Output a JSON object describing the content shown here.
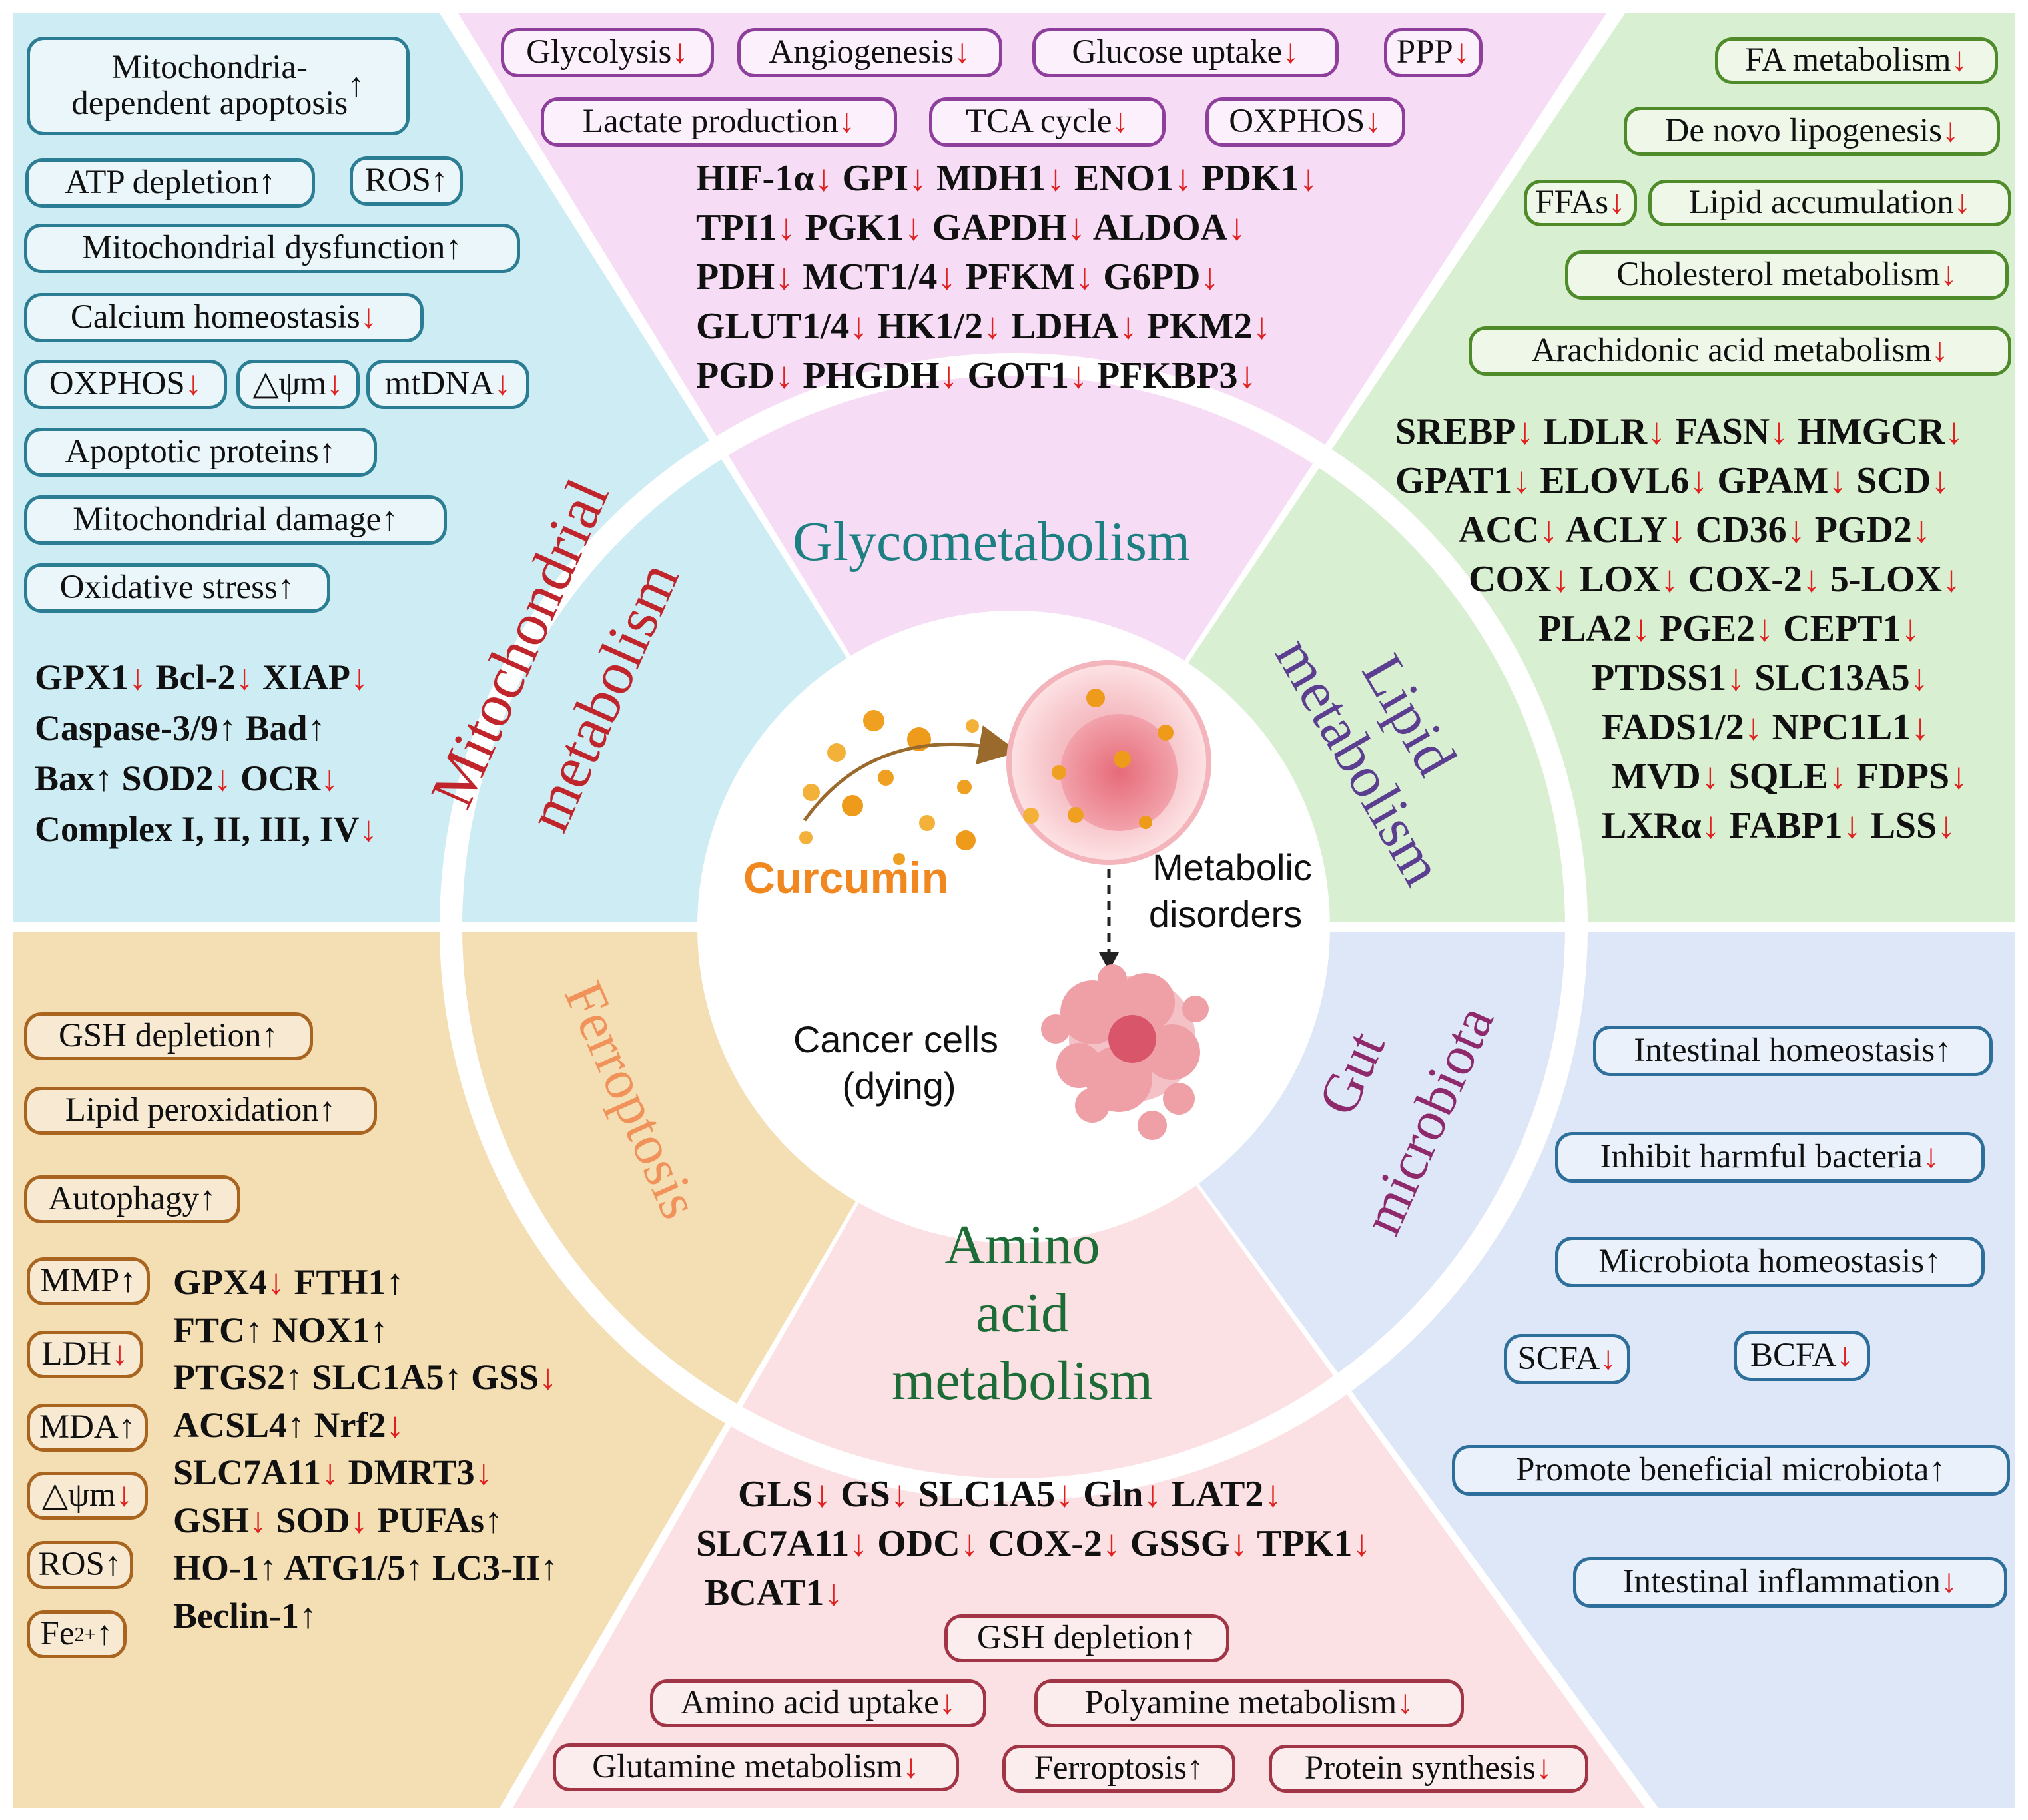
{
  "colors": {
    "mitochondrial_bg": "#cdecf3",
    "glyco_bg": "#f7dcf5",
    "lipid_bg": "#d9efd2",
    "ferroptosis_bg": "#f4deb3",
    "gut_bg": "#dde7f8",
    "amino_bg": "#fbe1e3",
    "decrease_arrow": "#e0201e",
    "mitochondrial_title": "#c0252b",
    "glyco_title": "#1e7f82",
    "lipid_title": "#5c3e91",
    "ferroptosis_title": "#f0925a",
    "gut_title": "#8e2a6c",
    "amino_title": "#1d6b36",
    "curcumin_label": "#f0871f"
  },
  "center": {
    "curcumin": "Curcumin",
    "metabolic": "Metabolic",
    "disorders": "disorders",
    "cancer_cells": "Cancer cells",
    "dying": "(dying)",
    "icons": [
      "curcumin-particles-icon",
      "cancer-cell-icon",
      "dying-cancer-cell-icon"
    ]
  },
  "sections": {
    "mitochondrial": {
      "title_line1": "Mitochondrial",
      "title_line2": "metabolism",
      "boxes": [
        {
          "text": "Mitochondria-\ndependent apoptosis",
          "arrow": "↑"
        },
        {
          "text": "ATP depletion",
          "arrow": "↑"
        },
        {
          "text": "ROS",
          "arrow": "↑"
        },
        {
          "text": "Mitochondrial dysfunction",
          "arrow": "↑"
        },
        {
          "text": "Calcium homeostasis",
          "arrow": "↓"
        },
        {
          "text": "OXPHOS",
          "arrow": "↓"
        },
        {
          "text": "△ψm",
          "arrow": "↓"
        },
        {
          "text": "mtDNA",
          "arrow": "↓"
        },
        {
          "text": "Apoptotic proteins",
          "arrow": "↑"
        },
        {
          "text": "Mitochondrial damage",
          "arrow": "↑"
        },
        {
          "text": "Oxidative stress",
          "arrow": "↑"
        }
      ],
      "gene_lines": [
        [
          {
            "t": "GPX1",
            "a": "↓"
          },
          {
            "t": "Bcl-2",
            "a": "↓"
          },
          {
            "t": "XIAP",
            "a": "↓"
          }
        ],
        [
          {
            "t": "Caspase-3/9",
            "a": "↑"
          },
          {
            "t": "Bad",
            "a": "↑"
          }
        ],
        [
          {
            "t": "Bax",
            "a": "↑"
          },
          {
            "t": "SOD2",
            "a": "↓"
          },
          {
            "t": "OCR",
            "a": "↓"
          }
        ],
        [
          {
            "t": "Complex I, II, III, IV",
            "a": "↓"
          }
        ]
      ]
    },
    "glyco": {
      "title": "Glycometabolism",
      "boxes": [
        {
          "text": "Glycolysis",
          "arrow": "↓"
        },
        {
          "text": "Angiogenesis",
          "arrow": "↓"
        },
        {
          "text": "Glucose uptake",
          "arrow": "↓"
        },
        {
          "text": "PPP",
          "arrow": "↓"
        },
        {
          "text": "Lactate production",
          "arrow": "↓"
        },
        {
          "text": "TCA cycle",
          "arrow": "↓"
        },
        {
          "text": "OXPHOS",
          "arrow": "↓"
        }
      ],
      "gene_lines": [
        [
          {
            "t": "HIF-1α",
            "a": "↓"
          },
          {
            "t": "GPI",
            "a": "↓"
          },
          {
            "t": "MDH1",
            "a": "↓"
          },
          {
            "t": "ENO1",
            "a": "↓"
          },
          {
            "t": "PDK1",
            "a": "↓"
          }
        ],
        [
          {
            "t": "TPI1",
            "a": "↓"
          },
          {
            "t": "PGK1",
            "a": "↓"
          },
          {
            "t": "GAPDH",
            "a": "↓"
          },
          {
            "t": "ALDOA",
            "a": "↓"
          }
        ],
        [
          {
            "t": "PDH",
            "a": "↓"
          },
          {
            "t": "MCT1/4",
            "a": "↓"
          },
          {
            "t": "PFKM",
            "a": "↓"
          },
          {
            "t": "G6PD",
            "a": "↓"
          }
        ],
        [
          {
            "t": "GLUT1/4",
            "a": "↓"
          },
          {
            "t": "HK1/2",
            "a": "↓"
          },
          {
            "t": "LDHA",
            "a": "↓"
          },
          {
            "t": "PKM2",
            "a": "↓"
          }
        ],
        [
          {
            "t": "PGD",
            "a": "↓"
          },
          {
            "t": "PHGDH",
            "a": "↓"
          },
          {
            "t": "GOT1",
            "a": "↓"
          },
          {
            "t": "PFKBP3",
            "a": "↓"
          }
        ]
      ]
    },
    "lipid": {
      "title_line1": "Lipid",
      "title_line2": "metabolism",
      "boxes": [
        {
          "text": "FA metabolism",
          "arrow": "↓"
        },
        {
          "text": "De novo lipogenesis",
          "arrow": "↓"
        },
        {
          "text": "FFAs",
          "arrow": "↓"
        },
        {
          "text": "Lipid accumulation",
          "arrow": "↓"
        },
        {
          "text": "Cholesterol metabolism",
          "arrow": "↓"
        },
        {
          "text": "Arachidonic acid metabolism",
          "arrow": "↓"
        }
      ],
      "gene_lines": [
        [
          {
            "t": "SREBP",
            "a": "↓"
          },
          {
            "t": "LDLR",
            "a": "↓"
          },
          {
            "t": "FASN",
            "a": "↓"
          },
          {
            "t": "HMGCR",
            "a": "↓"
          }
        ],
        [
          {
            "t": "GPAT1",
            "a": "↓"
          },
          {
            "t": "ELOVL6",
            "a": "↓"
          },
          {
            "t": "GPAM",
            "a": "↓"
          },
          {
            "t": "SCD",
            "a": "↓"
          }
        ],
        [
          {
            "t": "ACC",
            "a": "↓"
          },
          {
            "t": "ACLY",
            "a": "↓"
          },
          {
            "t": "CD36",
            "a": "↓"
          },
          {
            "t": "PGD2",
            "a": "↓"
          }
        ],
        [
          {
            "t": "COX",
            "a": "↓"
          },
          {
            "t": "LOX",
            "a": "↓"
          },
          {
            "t": "COX-2",
            "a": "↓"
          },
          {
            "t": "5-LOX",
            "a": "↓"
          }
        ],
        [
          {
            "t": "PLA2",
            "a": "↓"
          },
          {
            "t": "PGE2",
            "a": "↓"
          },
          {
            "t": "CEPT1",
            "a": "↓"
          }
        ],
        [
          {
            "t": "PTDSS1",
            "a": "↓"
          },
          {
            "t": "SLC13A5",
            "a": "↓"
          }
        ],
        [
          {
            "t": "FADS1/2",
            "a": "↓"
          },
          {
            "t": "NPC1L1",
            "a": "↓"
          }
        ],
        [
          {
            "t": "MVD",
            "a": "↓"
          },
          {
            "t": "SQLE",
            "a": "↓"
          },
          {
            "t": "FDPS",
            "a": "↓"
          }
        ],
        [
          {
            "t": "LXRα",
            "a": "↓"
          },
          {
            "t": "FABP1",
            "a": "↓"
          },
          {
            "t": "LSS",
            "a": "↓"
          }
        ]
      ]
    },
    "ferroptosis": {
      "title": "Ferroptosis",
      "boxes": [
        {
          "text": "GSH depletion",
          "arrow": "↑"
        },
        {
          "text": "Lipid peroxidation",
          "arrow": "↑"
        },
        {
          "text": "Autophagy",
          "arrow": "↑"
        }
      ],
      "small_boxes": [
        {
          "text": "MMP",
          "arrow": "↑"
        },
        {
          "text": "LDH",
          "arrow": "↓"
        },
        {
          "text": "MDA",
          "arrow": "↑"
        },
        {
          "text": "△ψm",
          "arrow": "↓"
        },
        {
          "text": "ROS",
          "arrow": "↑"
        },
        {
          "text": "Fe",
          "sup": "2+",
          "arrow": "↑"
        }
      ],
      "gene_lines": [
        [
          {
            "t": "GPX4",
            "a": "↓"
          },
          {
            "t": "FTH1",
            "a": "↑"
          }
        ],
        [
          {
            "t": "FTC",
            "a": "↑"
          },
          {
            "t": "NOX1",
            "a": "↑"
          }
        ],
        [
          {
            "t": "PTGS2",
            "a": "↑"
          },
          {
            "t": "SLC1A5",
            "a": "↑"
          },
          {
            "t": "GSS",
            "a": "↓"
          }
        ],
        [
          {
            "t": "ACSL4",
            "a": "↑"
          },
          {
            "t": "Nrf2",
            "a": "↓"
          }
        ],
        [
          {
            "t": "SLC7A11",
            "a": "↓"
          },
          {
            "t": "DMRT3",
            "a": "↓"
          }
        ],
        [
          {
            "t": "GSH",
            "a": "↓"
          },
          {
            "t": "SOD",
            "a": "↓"
          },
          {
            "t": "PUFAs",
            "a": "↑"
          }
        ],
        [
          {
            "t": "HO-1",
            "a": "↑"
          },
          {
            "t": "ATG1/5",
            "a": "↑"
          },
          {
            "t": "LC3-II",
            "a": "↑"
          }
        ],
        [
          {
            "t": "Beclin-1",
            "a": "↑"
          }
        ]
      ]
    },
    "gut": {
      "title_line1": "Gut",
      "title_line2": "microbiota",
      "boxes": [
        {
          "text": "Intestinal homeostasis",
          "arrow": "↑"
        },
        {
          "text": "Inhibit  harmful bacteria",
          "arrow": "↓"
        },
        {
          "text": "Microbiota homeostasis",
          "arrow": "↑"
        },
        {
          "text": "SCFA",
          "arrow": "↓"
        },
        {
          "text": "BCFA",
          "arrow": "↓"
        },
        {
          "text": "Promote beneficial microbiota",
          "arrow": "↑"
        },
        {
          "text": "Intestinal inflammation",
          "arrow": "↓"
        }
      ]
    },
    "amino": {
      "title_line1": "Amino",
      "title_line2": "acid",
      "title_line3": "metabolism",
      "gene_lines": [
        [
          {
            "t": "GLS",
            "a": "↓"
          },
          {
            "t": "GS",
            "a": "↓"
          },
          {
            "t": "SLC1A5",
            "a": "↓"
          },
          {
            "t": "Gln",
            "a": "↓"
          },
          {
            "t": "LAT2",
            "a": "↓"
          }
        ],
        [
          {
            "t": "SLC7A11",
            "a": "↓"
          },
          {
            "t": "ODC",
            "a": "↓"
          },
          {
            "t": "COX-2",
            "a": "↓"
          },
          {
            "t": "GSSG",
            "a": "↓"
          },
          {
            "t": "TPK1",
            "a": "↓"
          }
        ],
        [
          {
            "t": "BCAT1",
            "a": "↓"
          }
        ]
      ],
      "boxes": [
        {
          "text": "GSH depletion",
          "arrow": "↑"
        },
        {
          "text": "Amino acid uptake",
          "arrow": "↓"
        },
        {
          "text": "Polyamine metabolism",
          "arrow": "↓"
        },
        {
          "text": "Glutamine metabolism",
          "arrow": "↓"
        },
        {
          "text": "Ferroptosis",
          "arrow": "↑"
        },
        {
          "text": "Protein synthesis",
          "arrow": "↓"
        }
      ]
    }
  }
}
